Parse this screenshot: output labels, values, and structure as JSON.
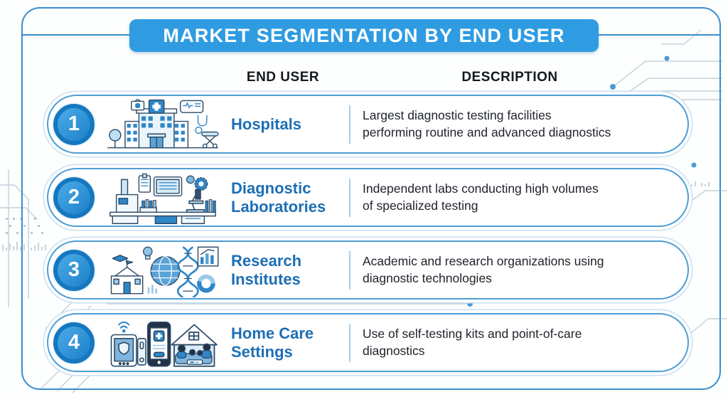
{
  "title": "MARKET SEGMENTATION BY END USER",
  "columns": {
    "end_user": "END USER",
    "description": "DESCRIPTION"
  },
  "rows": [
    {
      "number": "1",
      "icon": "hospital-illustration",
      "name": "Hospitals",
      "description": "Largest diagnostic testing facilities\nperforming routine and advanced diagnostics"
    },
    {
      "number": "2",
      "icon": "diagnostic-laboratory-illustration",
      "name": "Diagnostic\nLaboratories",
      "description": "Independent labs conducting high volumes\nof specialized testing"
    },
    {
      "number": "3",
      "icon": "research-institute-illustration",
      "name": "Research\nInstitutes",
      "description": "Academic and research organizations using\ndiagnostic technologies"
    },
    {
      "number": "4",
      "icon": "home-care-illustration",
      "name": "Home Care\nSettings",
      "description": "Use of self-testing kits and point-of-care\ndiagnostics"
    }
  ],
  "colors": {
    "banner_blue": "#2f9ce2",
    "frame_border": "#3a8ecf",
    "row_border": "#4e9fd6",
    "badge_ring": "#1577bf",
    "badge_fill": "#2e93d8",
    "name_blue": "#1d6fb5",
    "description_text": "#20242c",
    "header_text": "#15181d",
    "divider": "#a9cfe9"
  }
}
